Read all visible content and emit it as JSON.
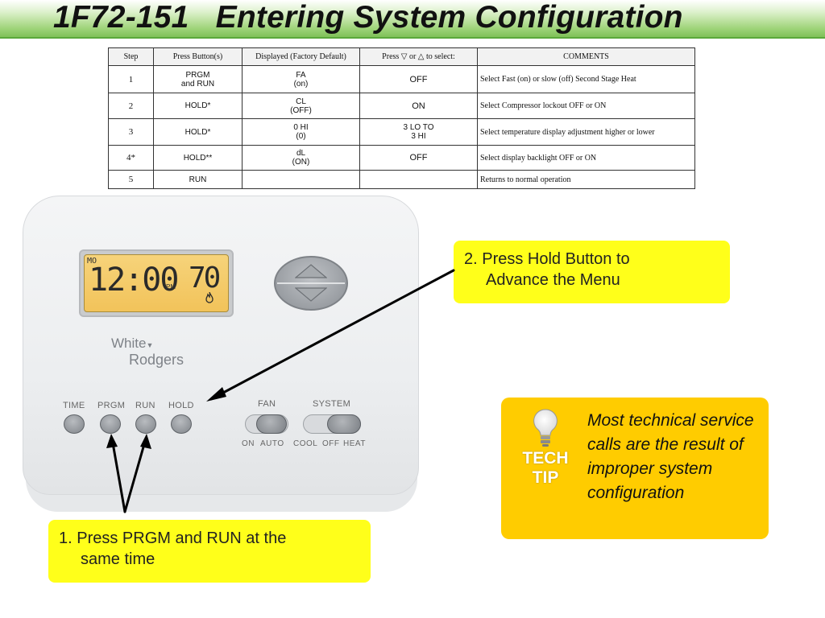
{
  "slide": {
    "title": "1F72-151   Entering System Configuration"
  },
  "table": {
    "headers": [
      "Step",
      "Press Button(s)",
      "Displayed (Factory Default)",
      "Press ▽ or △ to select:",
      "COMMENTS"
    ],
    "rows": [
      {
        "step": "1",
        "button": "PRGM and RUN",
        "button_l1": "PRGM",
        "button_l2": "and RUN",
        "display_l1": "FA",
        "display_l2": "(on)",
        "select": "OFF",
        "select_l1": "OFF",
        "select_l2": "",
        "comment": "Select Fast (on) or slow (off) Second Stage Heat"
      },
      {
        "step": "2",
        "button": "HOLD*",
        "button_l1": "HOLD*",
        "button_l2": "",
        "display_l1": "CL",
        "display_l2": "(OFF)",
        "select": "ON",
        "select_l1": "ON",
        "select_l2": "",
        "comment": "Select Compressor lockout OFF or ON"
      },
      {
        "step": "3",
        "button": "HOLD*",
        "button_l1": "HOLD*",
        "button_l2": "",
        "display_l1": "0 HI",
        "display_l2": "(0)",
        "select": "3 LO TO 3 HI",
        "select_l1": "3 LO TO",
        "select_l2": "3 HI",
        "comment": "Select temperature display adjustment higher or lower"
      },
      {
        "step": "4*",
        "button": "HOLD**",
        "button_l1": "HOLD**",
        "button_l2": "",
        "display_l1": "dL",
        "display_l2": "(ON)",
        "select": "OFF",
        "select_l1": "OFF",
        "select_l2": "",
        "comment": "Select display backlight OFF or ON"
      },
      {
        "step": "5",
        "button": "RUN",
        "button_l1": "RUN",
        "button_l2": "",
        "display_l1": "",
        "display_l2": "",
        "select": "",
        "select_l1": "",
        "select_l2": "",
        "comment": "Returns to normal operation"
      }
    ]
  },
  "thermostat": {
    "display": {
      "day": "MO",
      "time": "12:00",
      "ampm": "PM",
      "temp": "70"
    },
    "brand": {
      "line1": "White",
      "line2": "Rodgers"
    },
    "buttons": [
      "TIME",
      "PRGM",
      "RUN",
      "HOLD"
    ],
    "fan_switch": {
      "title": "FAN",
      "positions": [
        "ON",
        "AUTO"
      ]
    },
    "system_switch": {
      "title": "SYSTEM",
      "positions": [
        "COOL",
        "OFF",
        "HEAT"
      ]
    }
  },
  "callouts": {
    "hold": {
      "number": "2.",
      "text": "Press Hold Button to Advance the Menu",
      "line1": "2. Press Hold Button to",
      "line2": "Advance the Menu"
    },
    "prgm_run": {
      "number": "1.",
      "text": "Press PRGM and RUN at the same time",
      "line1": "1. Press PRGM and RUN at the",
      "line2": "same time"
    }
  },
  "tech_tip": {
    "label_line1": "TECH",
    "label_line2": "TIP",
    "icon": "lightbulb-icon",
    "text": "Most technical service calls are the result of improper system configuration"
  },
  "colors": {
    "header_green": "#7cbf55",
    "callout_yellow": "#ffff1a",
    "tip_orange": "#ffcc00",
    "lcd_amber": "#f2c35a"
  }
}
